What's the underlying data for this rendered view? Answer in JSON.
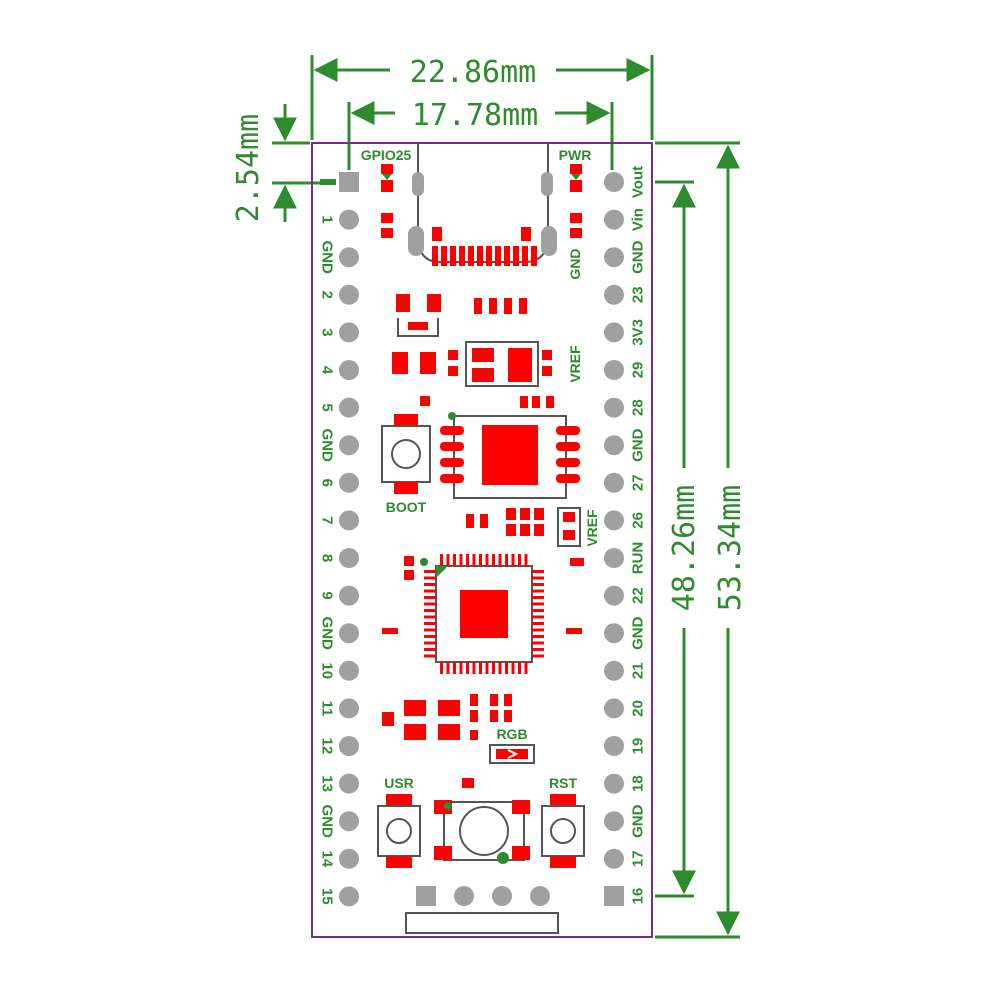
{
  "colors": {
    "dimension": "#2e8b2e",
    "outline": "#7a2a8a",
    "pad": "#ff0000",
    "pin": "#a0a0a0",
    "silkscreen": "#2e8b2e"
  },
  "dimensions": {
    "width_outer": "22.86mm",
    "width_inner": "17.78mm",
    "pitch": "2.54mm",
    "height_inner": "48.26mm",
    "height_outer": "53.34mm"
  },
  "left_pins": [
    "1",
    "GND",
    "2",
    "3",
    "4",
    "5",
    "GND",
    "6",
    "7",
    "8",
    "9",
    "GND",
    "10",
    "11",
    "12",
    "13",
    "GND",
    "14",
    "15"
  ],
  "right_pins": [
    "Vout",
    "Vin",
    "GND",
    "23",
    "3V3",
    "29",
    "28",
    "GND",
    "27",
    "26",
    "RUN",
    "22",
    "GND",
    "21",
    "20",
    "19",
    "18",
    "GND",
    "17",
    "16"
  ],
  "silkscreen": {
    "gpio25": "GPIO25",
    "pwr": "PWR",
    "gnd": "GND",
    "vref": "VREF",
    "vref2": "VREF",
    "boot": "BOOT",
    "rgb": "RGB",
    "usr": "USR",
    "rst": "RST"
  }
}
